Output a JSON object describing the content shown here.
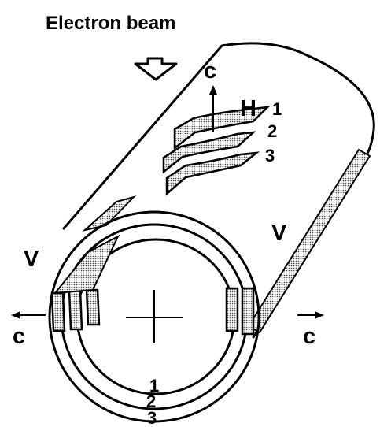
{
  "title": "Electron beam",
  "labels": {
    "axis_c_top": "c",
    "axis_c_left": "c",
    "axis_c_right": "c",
    "field_h": "H",
    "side_v_left": "V",
    "side_v_right": "V"
  },
  "sheet_numbers": [
    "1",
    "2",
    "3"
  ],
  "ring_numbers": [
    "1",
    "2",
    "3"
  ],
  "colors": {
    "line": "#000000",
    "stipple": "#a9a9a9",
    "background": "#ffffff"
  }
}
